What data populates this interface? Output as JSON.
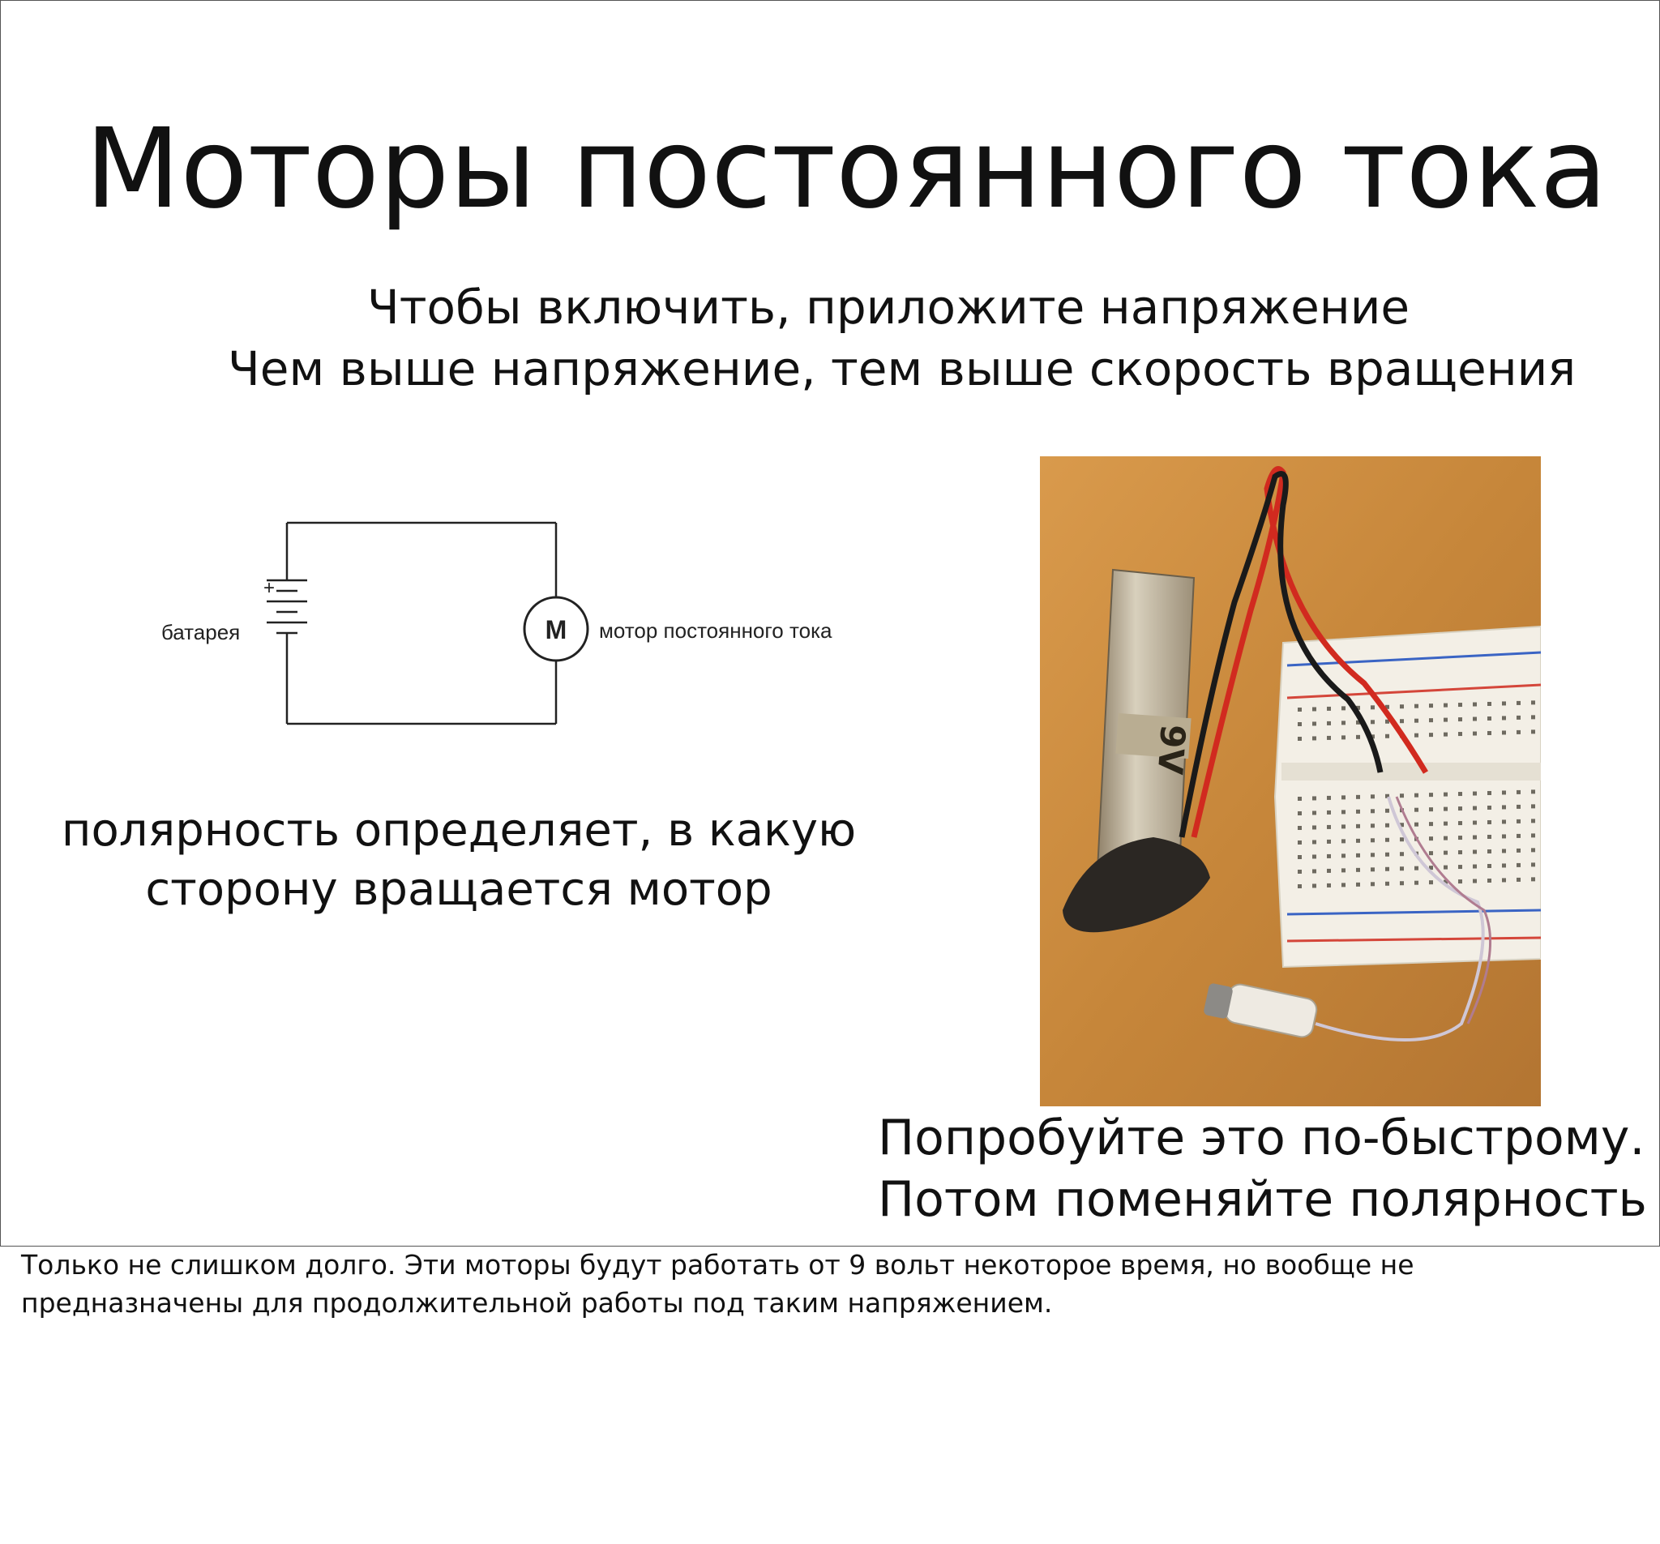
{
  "slide": {
    "title": "Моторы постоянного тока",
    "subtitle_lines": [
      "Чтобы включить, приложите напряжение",
      "Чем выше напряжение, тем выше скорость вращения"
    ],
    "circuit": {
      "battery_label": "батарея",
      "plus_sign": "+",
      "motor_symbol": "M",
      "motor_label": "мотор постоянного тока"
    },
    "polarity_lines": [
      "полярность определяет, в какую",
      "сторону вращается мотор"
    ],
    "photo": {
      "battery_text": "9V"
    },
    "try_lines": [
      "Попробуйте это по-быстрому.",
      "Потом поменяйте полярность"
    ]
  },
  "notes": {
    "text": "Только не слишком долго. Эти моторы будут работать от 9 вольт некоторое время, но вообще не предназначены для продолжительной работы под таким напряжением."
  },
  "colors": {
    "wood": "#c8893a",
    "breadboard": "#f3efe6",
    "wire_red": "#d12a1f",
    "wire_black": "#1a1a1a",
    "rail_red": "#d4463a",
    "rail_blue": "#3a64c4"
  }
}
